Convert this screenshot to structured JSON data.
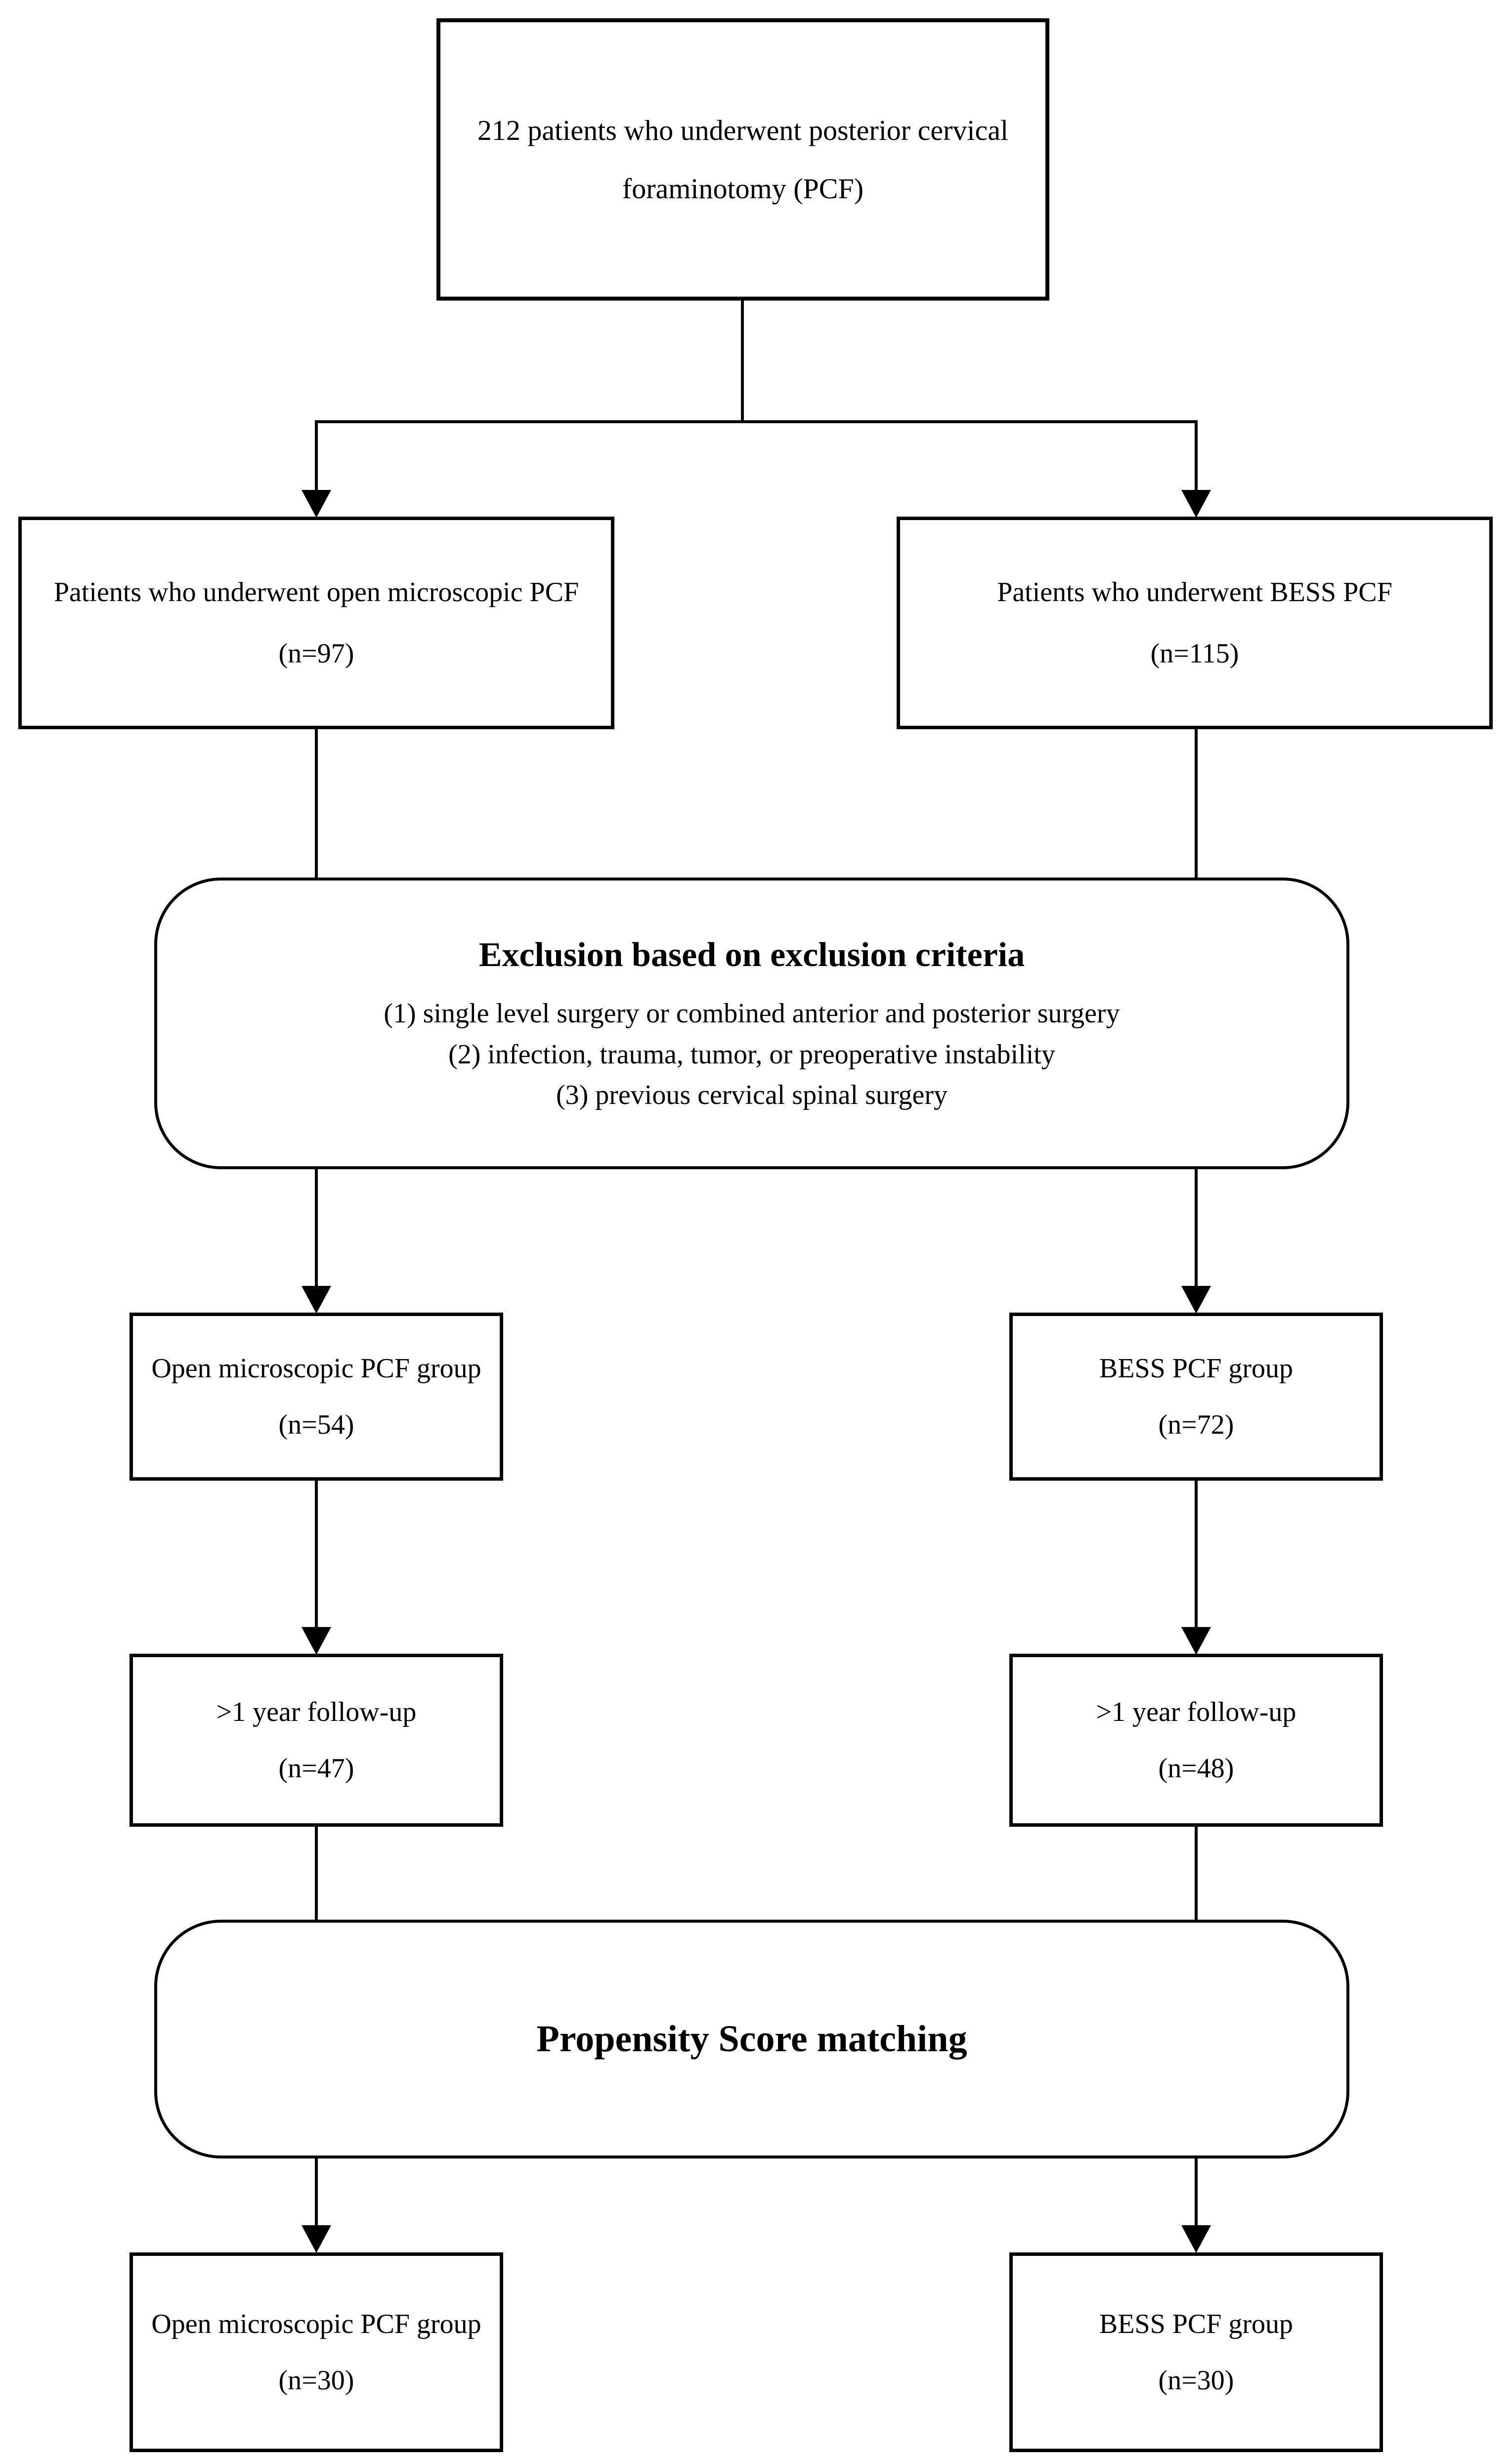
{
  "diagram": {
    "colors": {
      "ink": "#000000",
      "paper": "#ffffff"
    },
    "nodes": {
      "total": {
        "line1": "212 patients who underwent posterior cervical",
        "line2": "foraminotomy (PCF)"
      },
      "open_initial": {
        "line1": "Patients who underwent open microscopic PCF",
        "line2": "(n=97)"
      },
      "bess_initial": {
        "line1": "Patients who underwent BESS PCF",
        "line2": "(n=115)"
      },
      "exclusion": {
        "title": "Exclusion based on exclusion criteria",
        "items": [
          "(1) single level surgery or combined anterior and posterior surgery",
          "(2) infection, trauma, tumor, or preoperative instability",
          "(3) previous cervical spinal surgery"
        ]
      },
      "open_group": {
        "line1": "Open microscopic PCF group",
        "line2": "(n=54)"
      },
      "bess_group": {
        "line1": "BESS PCF group",
        "line2": "(n=72)"
      },
      "open_followup": {
        "line1": ">1 year follow-up",
        "line2": "(n=47)"
      },
      "bess_followup": {
        "line1": ">1 year follow-up",
        "line2": "(n=48)"
      },
      "matching": {
        "title": "Propensity Score matching"
      },
      "open_matched": {
        "line1": "Open microscopic PCF group",
        "line2": "(n=30)"
      },
      "bess_matched": {
        "line1": "BESS PCF group",
        "line2": "(n=30)"
      }
    }
  }
}
